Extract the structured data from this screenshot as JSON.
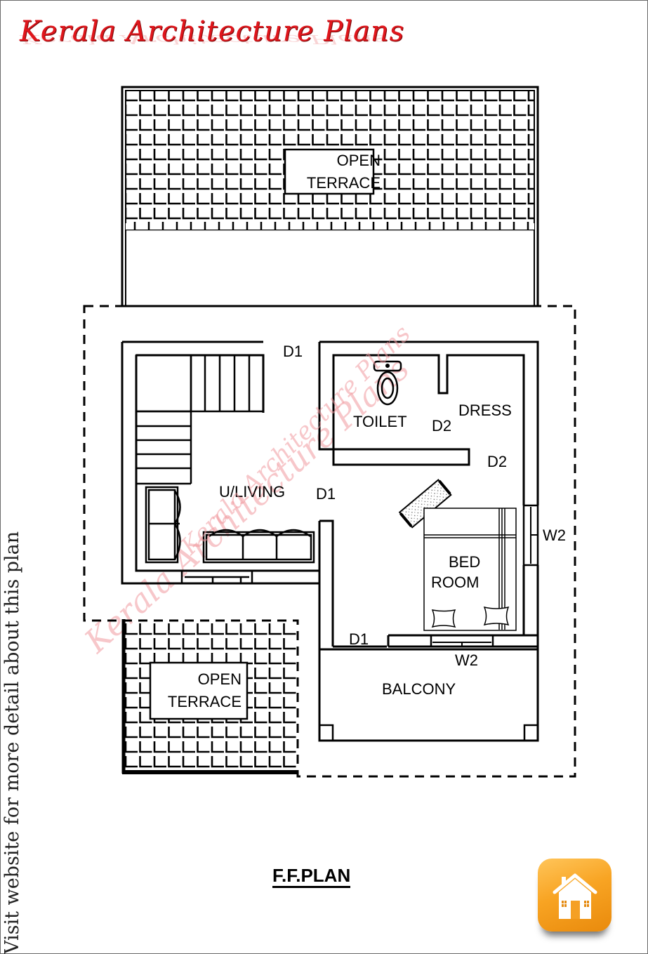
{
  "brand": {
    "title": "Kerala Architecture Plans",
    "color": "#e0161c"
  },
  "side_note": "Visit website for more detail about this plan",
  "watermark": "Kerala Architecture Plans",
  "plan": {
    "title": "F.F.PLAN",
    "rooms": {
      "open_terrace_top": {
        "line1": "OPEN",
        "line2": "TERRACE"
      },
      "open_terrace_bottom": {
        "line1": "OPEN",
        "line2": "TERRACE"
      },
      "upper_living": "U/LIVING",
      "toilet": "TOILET",
      "dress": "DRESS",
      "bedroom": {
        "line1": "BED",
        "line2": "ROOM"
      },
      "balcony": "BALCONY"
    },
    "doors": {
      "d1_top": "D1",
      "d1_living": "D1",
      "d1_bedroom": "D1",
      "d2_toilet": "D2",
      "d2_dress": "D2"
    },
    "windows": {
      "w2_east": "W2",
      "w2_south": "W2"
    }
  },
  "home_button": {
    "icon": "home-icon",
    "color": "#f8a423"
  }
}
